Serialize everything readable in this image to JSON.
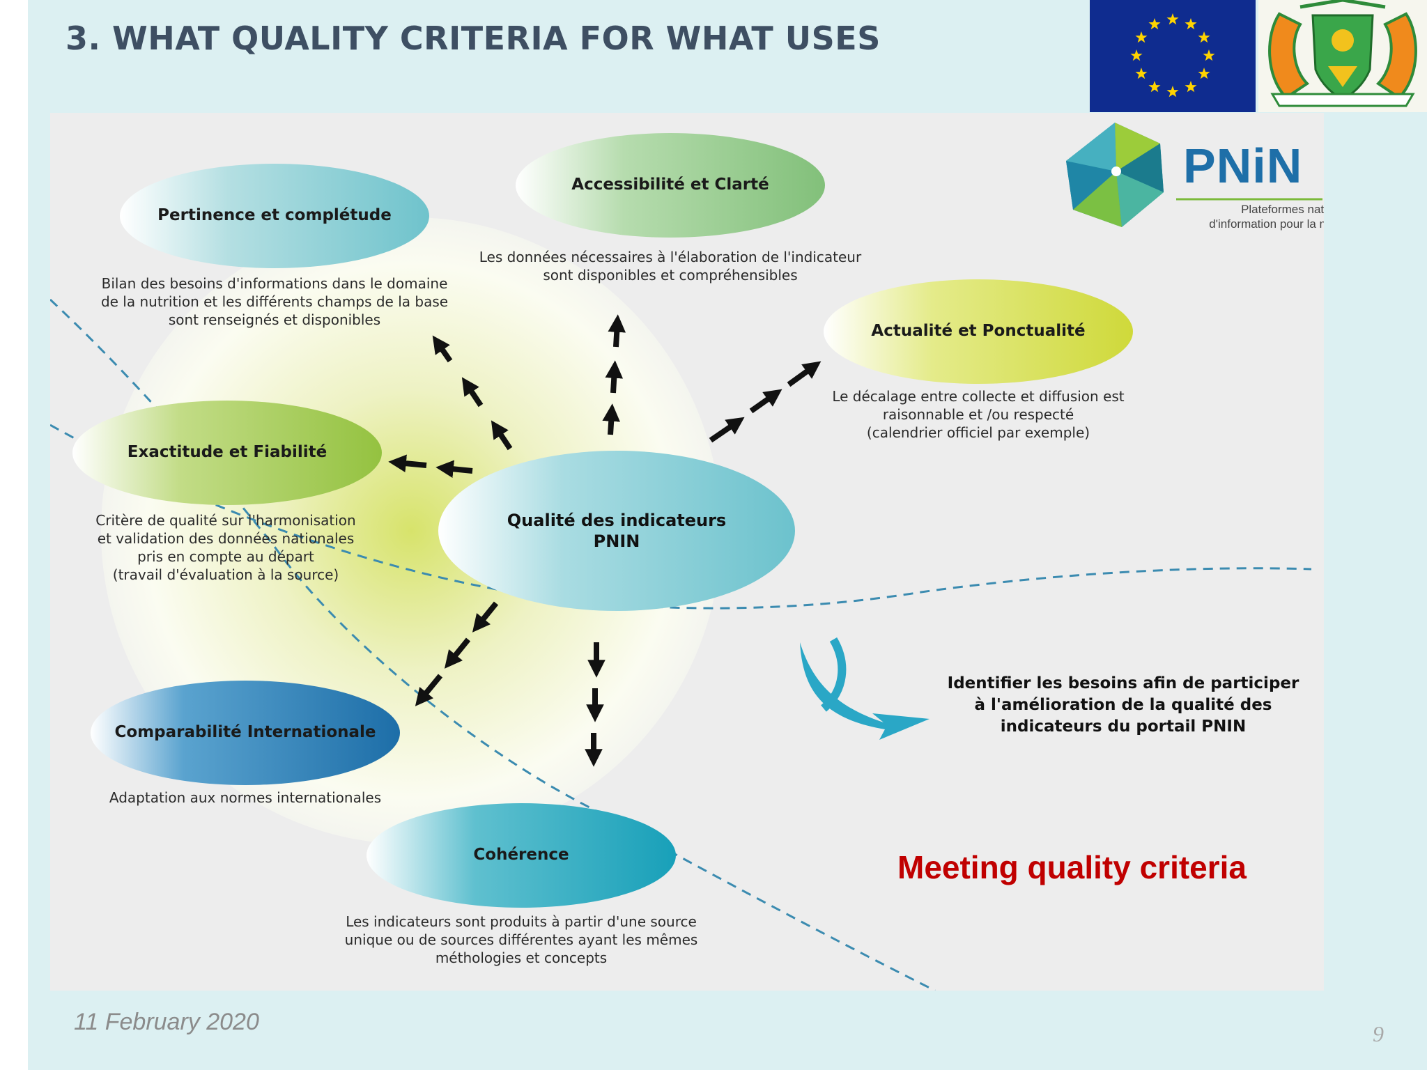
{
  "slide": {
    "title": "3. WHAT QUALITY CRITERIA FOR WHAT USES",
    "date": "11 February 2020",
    "page_number": "9"
  },
  "logos": {
    "eu_flag_icon": "eu-flag-icon",
    "niger_coat_icon": "niger-coat-of-arms-icon",
    "pnin": {
      "word": "PNiN",
      "tagline": "Plateformes nationales\nd'information pour la nutrition"
    }
  },
  "diagram": {
    "center": "Qualité des indicateurs\nPNIN",
    "criteria": [
      {
        "label": "Pertinence et complétude",
        "description": "Bilan des besoins d'informations dans le domaine\nde la nutrition et les différents champs de la base\nsont renseignés et disponibles"
      },
      {
        "label": "Accessibilité et Clarté",
        "description": "Les données nécessaires à l'élaboration de l'indicateur\nsont disponibles et compréhensibles"
      },
      {
        "label": "Actualité et Ponctualité",
        "description": "Le décalage entre collecte et diffusion est\nraisonnable et /ou respecté\n(calendrier officiel par exemple)"
      },
      {
        "label": "Exactitude et Fiabilité",
        "description": "Critère de qualité sur l'harmonisation\net validation des données nationales\npris en compte au départ\n(travail d'évaluation à la source)"
      },
      {
        "label": "Comparabilité Internationale",
        "description": "Adaptation aux normes internationales"
      },
      {
        "label": "Cohérence",
        "description": "Les indicateurs sont produits à partir d'une source\nunique ou de sources différentes ayant les mêmes\nméthologies et concepts"
      }
    ],
    "identify_note": "Identifier les besoins afin de participer\nà l'amélioration de la qualité des\nindicateurs du portail PNIN",
    "meeting": "Meeting quality criteria"
  },
  "colors": {
    "title": "#3e4f63",
    "slide_bg": "#dcf0f2",
    "panel_bg": "#ededed",
    "accent_red": "#c00000",
    "eu_blue": "#0f2c8f",
    "eu_star": "#ffd400"
  }
}
